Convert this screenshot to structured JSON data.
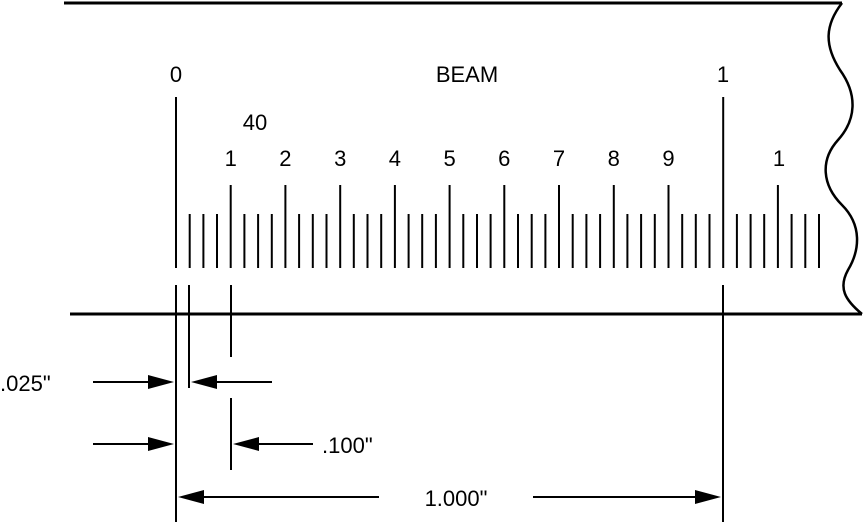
{
  "beam": {
    "label": "BEAM",
    "major_left": "0",
    "major_right": "1",
    "minor_heading": "40",
    "minor_labels": [
      "1",
      "2",
      "3",
      "4",
      "5",
      "6",
      "7",
      "8",
      "9"
    ],
    "continued_label": "1"
  },
  "dimensions": {
    "small_division": ".025\"",
    "numbered_division": ".100\"",
    "full_inch": "1.000\""
  }
}
